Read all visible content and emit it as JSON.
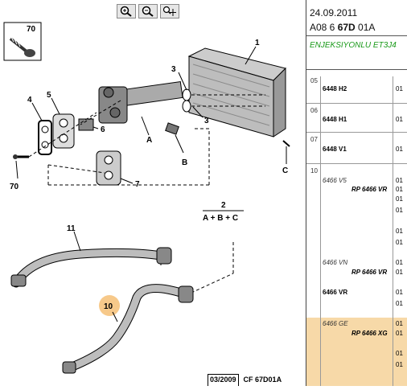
{
  "toolbar": {
    "buttons": [
      {
        "icon": "zoom-in-icon"
      },
      {
        "icon": "zoom-out-icon"
      },
      {
        "icon": "pan-zoom-icon"
      }
    ]
  },
  "diagram": {
    "callouts": {
      "c1": "1",
      "c2": "2",
      "c3a": "3",
      "c3b": "3",
      "c4": "4",
      "c5": "5",
      "c6": "6",
      "c7": "7",
      "c10": "10",
      "c11": "11",
      "c70a": "70",
      "c70b": "70",
      "ca": "A",
      "cb": "B",
      "cc": "C"
    },
    "formula": "A + B + C",
    "highlight_color": "#f7c98a"
  },
  "footer": {
    "date": "03/2009",
    "code": "CF 67D01A"
  },
  "panel": {
    "date": "24.09.2011",
    "code_prefix": "A08 6 ",
    "code_bold": "67D",
    "code_suffix": " 01A",
    "description": "ENJEKSIYONLU ET3J4",
    "rows": [
      {
        "pos": "05",
        "ref": "6448 H2",
        "qty": [
          "01"
        ]
      },
      {
        "pos": "06",
        "ref": "6448 H1",
        "qty": [
          "01"
        ]
      },
      {
        "pos": "07",
        "ref": "6448 V1",
        "qty": [
          "01"
        ]
      },
      {
        "pos": "10",
        "sub": [
          {
            "ref": "6466 V5",
            "style": "it",
            "qty": "01"
          },
          {
            "ref": "RP 6466 VR",
            "style": "bi",
            "qty": "01"
          },
          {
            "ref": "",
            "qty": "01"
          },
          {
            "ref": "",
            "qty": "01"
          },
          {
            "ref": "",
            "qty": "01"
          },
          {
            "ref": "",
            "qty": "01"
          },
          {
            "ref": "6466 VN",
            "style": "it",
            "qty": "01"
          },
          {
            "ref": "RP 6466 VR",
            "style": "bi",
            "qty": "01"
          },
          {
            "ref": "6466 VR",
            "style": "b",
            "qty": "01"
          },
          {
            "ref": "",
            "qty": "01"
          },
          {
            "ref": "6466 GE",
            "style": "it",
            "qty": "01"
          },
          {
            "ref": "RP 6466 XG",
            "style": "bi",
            "qty": "01"
          },
          {
            "ref": "",
            "qty": "01"
          },
          {
            "ref": "",
            "qty": "01"
          }
        ]
      }
    ]
  }
}
